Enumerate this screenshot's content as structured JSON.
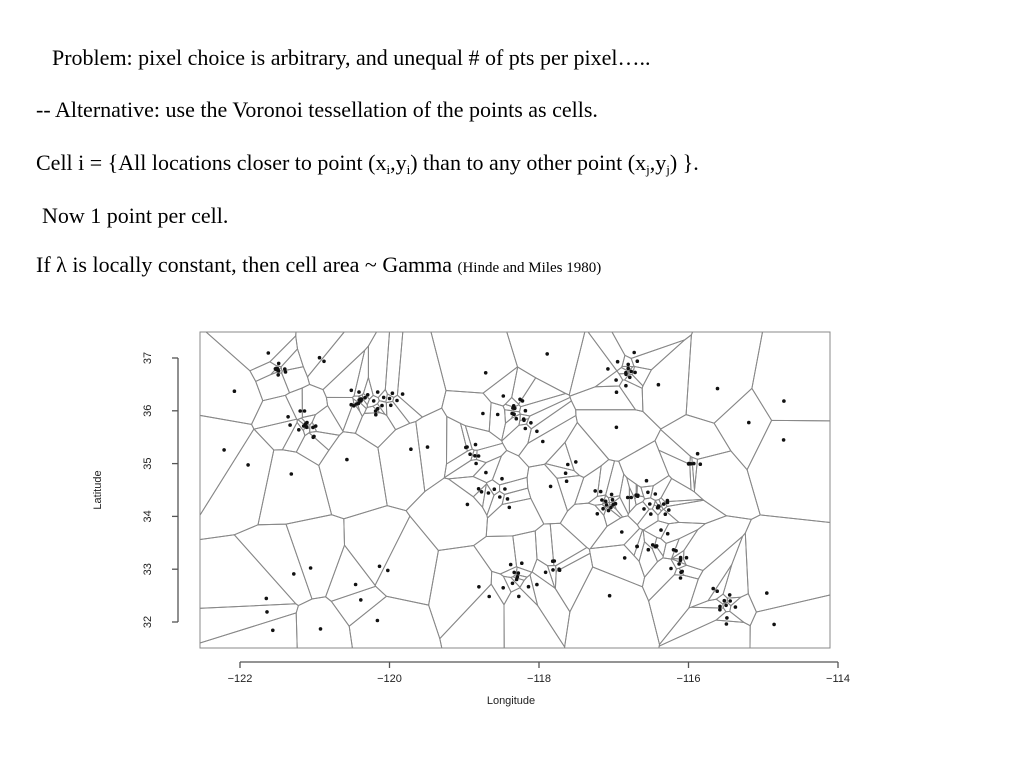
{
  "text": {
    "line1": "Problem: pixel choice is arbitrary, and unequal # of pts per pixel…..",
    "line2": "-- Alternative: use the Voronoi tessellation of the points as cells.",
    "line3_pre": "Cell i = {All locations closer to point (x",
    "line3_sub_i1": "i",
    "line3_mid1": ",y",
    "line3_sub_i2": "i",
    "line3_mid2": ") than to any other point (x",
    "line3_sub_j1": "j",
    "line3_mid3": ",y",
    "line3_sub_j2": "j",
    "line3_post": ") }.",
    "line4": "Now 1 point per cell.",
    "line5_main": "If λ is locally constant, then cell area ~ Gamma",
    "line5_cite": "(Hinde and Miles 1980)"
  },
  "chart_data": {
    "type": "scatter",
    "title": "",
    "xlabel": "Longitude",
    "ylabel": "Latitude",
    "xlim": [
      -122,
      -114
    ],
    "ylim": [
      32,
      37
    ],
    "xticks": [
      "−122",
      "−120",
      "−118",
      "−116",
      "−114"
    ],
    "yticks": [
      "32",
      "33",
      "34",
      "35",
      "36",
      "37"
    ],
    "clusters": [
      {
        "x": -121.5,
        "y": 36.8
      },
      {
        "x": -120.4,
        "y": 36.2
      },
      {
        "x": -120.0,
        "y": 36.1
      },
      {
        "x": -121.1,
        "y": 35.7
      },
      {
        "x": -118.3,
        "y": 36.1
      },
      {
        "x": -118.2,
        "y": 35.8
      },
      {
        "x": -116.8,
        "y": 36.8
      },
      {
        "x": -118.8,
        "y": 35.1
      },
      {
        "x": -118.5,
        "y": 34.4
      },
      {
        "x": -117.1,
        "y": 34.3
      },
      {
        "x": -116.7,
        "y": 34.4
      },
      {
        "x": -116.4,
        "y": 34.2
      },
      {
        "x": -116.5,
        "y": 33.5
      },
      {
        "x": -116.1,
        "y": 33.1
      },
      {
        "x": -117.8,
        "y": 33.0
      },
      {
        "x": -118.3,
        "y": 32.8
      },
      {
        "x": -115.5,
        "y": 32.4
      },
      {
        "x": -116.0,
        "y": 35.0
      }
    ]
  }
}
